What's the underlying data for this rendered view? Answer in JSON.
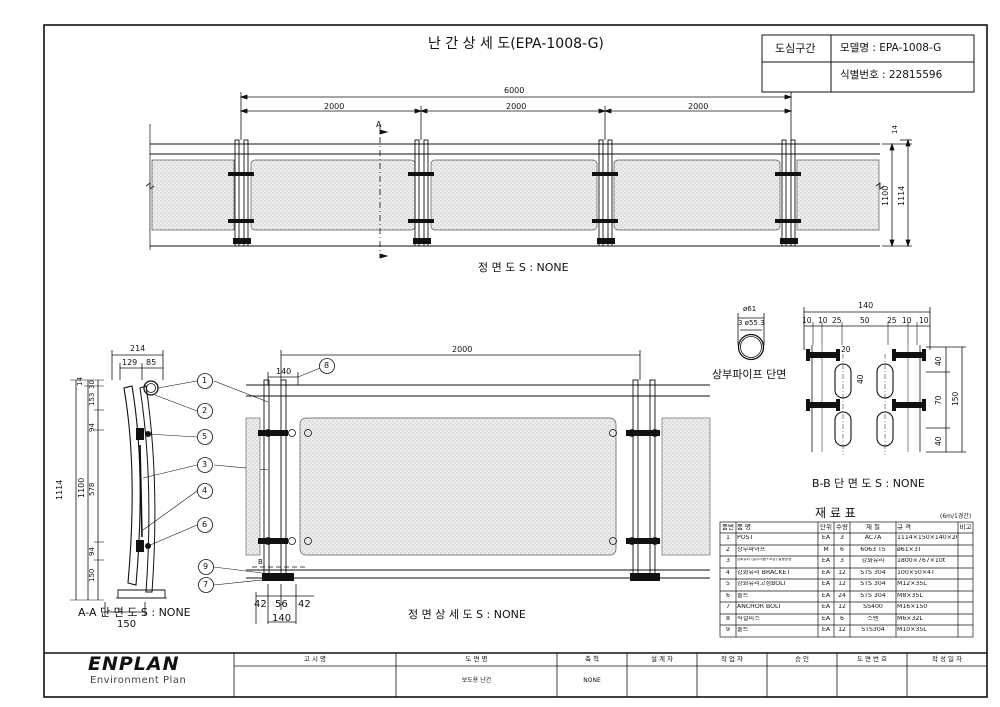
{
  "title": "난 간 상 세 도(EPA-1008-G)",
  "info_box": {
    "section_label": "도심구간",
    "model_label": "모델명 : EPA-1008-G",
    "id_label": "식별번호 : 22815596"
  },
  "front_view": {
    "caption": "정 면 도 S : NONE",
    "total_dim": "6000",
    "span_dims": [
      "2000",
      "2000",
      "2000"
    ],
    "height_dims": [
      "1100",
      "1114"
    ],
    "small_dim": "14",
    "section_mark": "A"
  },
  "section_aa": {
    "caption": "A-A 단 면 도  S : NONE",
    "top_dims": [
      "214",
      "129",
      "85"
    ],
    "vertical_dims": [
      "14",
      "30",
      "153",
      "94",
      "578",
      "94",
      "150"
    ],
    "overall_dims": [
      "1114",
      "1100"
    ],
    "bottom_dim": "150",
    "callouts": [
      "1",
      "2",
      "5",
      "3",
      "4",
      "6"
    ]
  },
  "detail_front": {
    "caption": "정 면 상 세 도 S : NONE",
    "span_dim": "2000",
    "post_dim": "140",
    "callouts": [
      "8",
      "9",
      "7"
    ],
    "bottom_dims": [
      "42",
      "56",
      "42"
    ],
    "bottom_total": "140",
    "section_mark": "B"
  },
  "pipe_section": {
    "caption": "상부파이프 단면",
    "dims": [
      "ø61",
      "3 ø55.3"
    ]
  },
  "section_bb": {
    "caption": "B-B 단 면 도  S : NONE",
    "top_total": "140",
    "top_dims": [
      "10",
      "10",
      "25",
      "50",
      "25",
      "10",
      "10"
    ],
    "inner_dims": [
      "20",
      "40"
    ],
    "right_dims": [
      "40",
      "70",
      "40",
      "150"
    ]
  },
  "materials": {
    "title": "재   료   표",
    "unit_note": "(6m/1경간)",
    "headers": [
      "품번",
      "품   명",
      "단위",
      "수량",
      "재   질",
      "규   격",
      "비고"
    ],
    "rows": [
      [
        "1",
        "POST",
        "EA",
        "3",
        "AC7A",
        "1114×150×140×20T",
        ""
      ],
      [
        "2",
        "상부파이프",
        "M",
        "6",
        "6063 T5",
        "ø61×3T",
        ""
      ],
      [
        "3",
        "강화유리 (알루미늄+보강) 밀봉공정",
        "EA",
        "3",
        "강화유리",
        "1800×767×10t",
        ""
      ],
      [
        "4",
        "강화유리 BRACKET",
        "EA",
        "12",
        "STS 304",
        "100×50×4T",
        ""
      ],
      [
        "5",
        "강화유리고정BOLT",
        "EA",
        "12",
        "STS 304",
        "M12×35L",
        ""
      ],
      [
        "6",
        "볼트",
        "EA",
        "24",
        "STS 304",
        "M8×35L",
        ""
      ],
      [
        "7",
        "ANCHOR BOLT",
        "EA",
        "12",
        "SS400",
        "M16×150",
        ""
      ],
      [
        "8",
        "직결피스",
        "EA",
        "6",
        "스텐",
        "M6×32L",
        ""
      ],
      [
        "9",
        "볼트",
        "EA",
        "12",
        "STS304",
        "M10×35L",
        ""
      ]
    ]
  },
  "title_block": {
    "company": "ENPLAN",
    "company_sub": "Environment Plan",
    "headers": [
      "고   시   명",
      "도   면   명",
      "축   척",
      "설  계  자",
      "작  업  자",
      "승   인",
      "도 면 번 호",
      "작 성 일 자"
    ],
    "values": [
      "",
      "보도용 난간",
      "NONE",
      "",
      "",
      "",
      "",
      ""
    ]
  },
  "colors": {
    "line": "#111111",
    "glass": "#e6e6e6"
  }
}
